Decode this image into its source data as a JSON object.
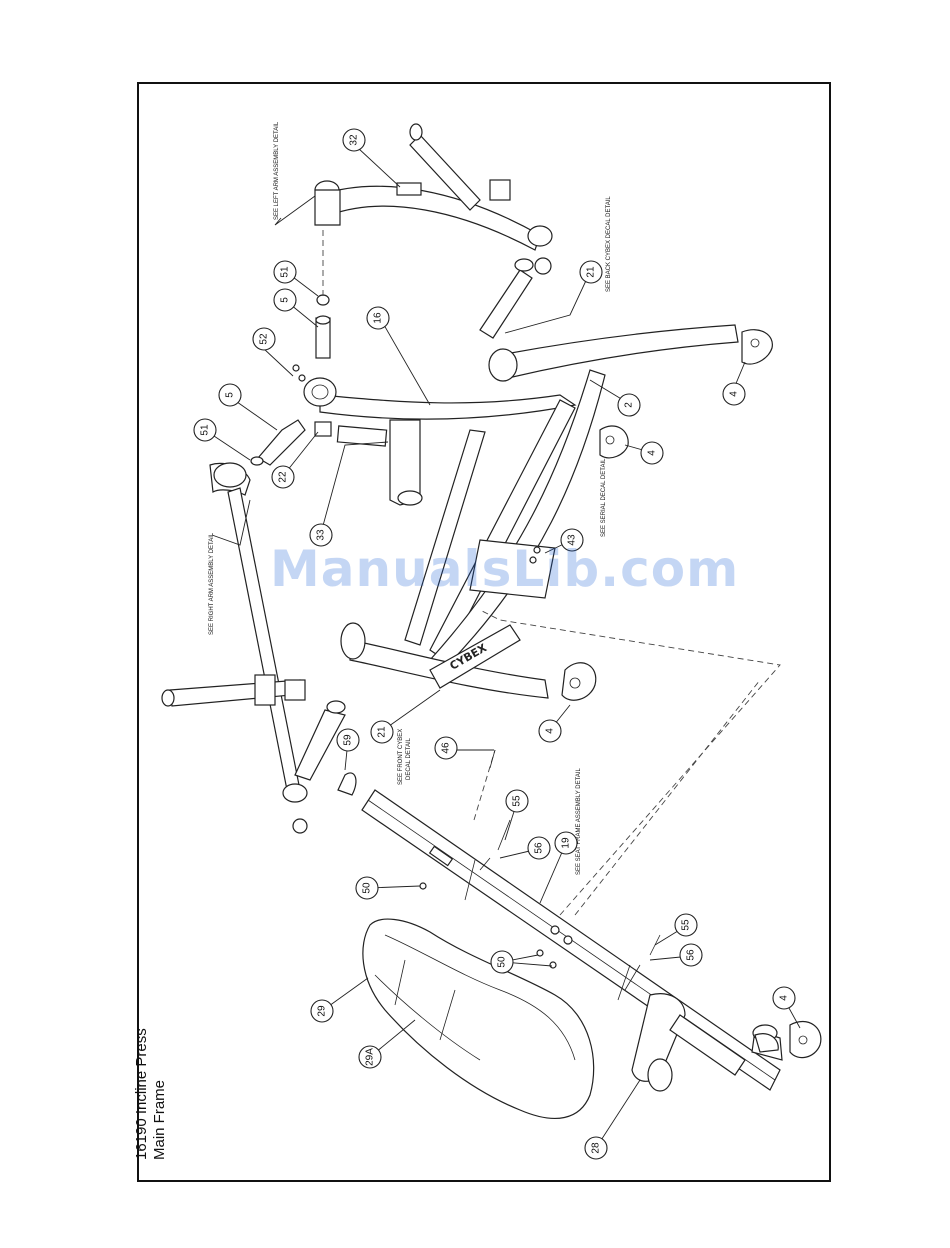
{
  "title": {
    "line1": "16190 Incline Press",
    "line2": "Main Frame"
  },
  "watermark": "ManualsLib.com",
  "notes": {
    "left_arm": "SEE LEFT ARM ASSEMBLY DETAIL",
    "back_decal": "SEE BACK CYBEX DECAL DETAIL",
    "serial_decal": "SEE SERIAL DECAL DETAIL",
    "right_arm": "SEE RIGHT ARM ASSEMBLY DETAIL",
    "front_decal_1": "SEE FRONT CYBEX",
    "front_decal_2": "DECAL DETAIL",
    "seat_frame": "SEE SEAT FRAME ASSEMBLY DETAIL"
  },
  "brand_decal": "CYBEX",
  "callouts": [
    "32",
    "51",
    "5",
    "52",
    "16",
    "21",
    "2",
    "4",
    "5",
    "51",
    "22",
    "33",
    "4",
    "43",
    "21",
    "4",
    "46",
    "59",
    "55",
    "56",
    "19",
    "50",
    "55",
    "56",
    "50",
    "4",
    "29",
    "29A",
    "28"
  ]
}
